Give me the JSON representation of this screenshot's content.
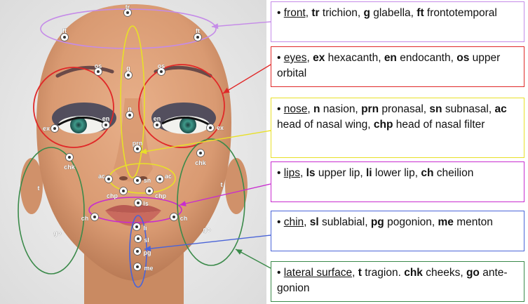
{
  "colors": {
    "front": "#c58be8",
    "eyes": "#e02828",
    "nose": "#e8e028",
    "lips": "#c82ccf",
    "chin": "#4a64d8",
    "lateral": "#3b8a4a"
  },
  "markers": {
    "tr": "tr",
    "ft_l": "ft",
    "ft_r": "ft",
    "g": "g",
    "os_l": "os",
    "os_r": "os",
    "n": "n",
    "en_l": "en",
    "en_r": "en",
    "ex_l": "ex",
    "ex_r": "ex",
    "prn": "prn",
    "chk_l": "chk",
    "chk_r": "chk",
    "ac_l": "ac",
    "ac_r": "ac",
    "sn": "sn",
    "chp_l": "chp",
    "chp_r": "chp",
    "ls": "ls",
    "ch_l": "ch",
    "ch_r": "ch",
    "li": "li",
    "sl": "sl",
    "pg": "pg",
    "me": "me",
    "go_l": "go",
    "go_r": "go",
    "t_l": "t",
    "t_r": "t"
  },
  "boxes": [
    {
      "id": "front",
      "parts": [
        {
          "t": "• ",
          "s": "n"
        },
        {
          "t": "front,",
          "s": "u"
        },
        {
          "t": " ",
          "s": "n"
        },
        {
          "t": "tr",
          "s": "b"
        },
        {
          "t": " trichion, ",
          "s": "n"
        },
        {
          "t": "g",
          "s": "b"
        },
        {
          "t": " glabella, ",
          "s": "n"
        },
        {
          "t": "ft",
          "s": "b"
        },
        {
          "t": " frontotemporal",
          "s": "n"
        }
      ]
    },
    {
      "id": "eyes",
      "parts": [
        {
          "t": "• ",
          "s": "n"
        },
        {
          "t": "eyes",
          "s": "u"
        },
        {
          "t": ", ",
          "s": "n"
        },
        {
          "t": "ex",
          "s": "b"
        },
        {
          "t": " hexacanth, ",
          "s": "n"
        },
        {
          "t": "en",
          "s": "b"
        },
        {
          "t": " endocanth, ",
          "s": "n"
        },
        {
          "t": "os",
          "s": "b"
        },
        {
          "t": " upper orbital",
          "s": "n"
        }
      ]
    },
    {
      "id": "nose",
      "parts": [
        {
          "t": "• ",
          "s": "n"
        },
        {
          "t": "nose",
          "s": "u"
        },
        {
          "t": ", ",
          "s": "n"
        },
        {
          "t": "n",
          "s": "b"
        },
        {
          "t": " nasion, ",
          "s": "n"
        },
        {
          "t": "prn",
          "s": "b"
        },
        {
          "t": " pronasal, ",
          "s": "n"
        },
        {
          "t": "sn",
          "s": "b"
        },
        {
          "t": " subnasal, ",
          "s": "n"
        },
        {
          "t": "ac",
          "s": "b"
        },
        {
          "t": " head of nasal wing, ",
          "s": "n"
        },
        {
          "t": "chp",
          "s": "b"
        },
        {
          "t": " head of nasal filter",
          "s": "n"
        }
      ]
    },
    {
      "id": "lips",
      "parts": [
        {
          "t": "• ",
          "s": "n"
        },
        {
          "t": "lips",
          "s": "u"
        },
        {
          "t": ", ",
          "s": "n"
        },
        {
          "t": "ls",
          "s": "b"
        },
        {
          "t": " upper lip, ",
          "s": "n"
        },
        {
          "t": "li",
          "s": "b"
        },
        {
          "t": " lower lip, ",
          "s": "n"
        },
        {
          "t": "ch",
          "s": "b"
        },
        {
          "t": " cheilion",
          "s": "n"
        }
      ]
    },
    {
      "id": "chin",
      "parts": [
        {
          "t": "• ",
          "s": "n"
        },
        {
          "t": "chin",
          "s": "u"
        },
        {
          "t": ", ",
          "s": "n"
        },
        {
          "t": "sl",
          "s": "b"
        },
        {
          "t": " sublabial, ",
          "s": "n"
        },
        {
          "t": "pg",
          "s": "b"
        },
        {
          "t": " pogonion, ",
          "s": "n"
        },
        {
          "t": "me",
          "s": "b"
        },
        {
          "t": " menton",
          "s": "n"
        }
      ]
    },
    {
      "id": "lateral",
      "parts": [
        {
          "t": "• ",
          "s": "n"
        },
        {
          "t": "lateral surface",
          "s": "u"
        },
        {
          "t": ", ",
          "s": "n"
        },
        {
          "t": "t",
          "s": "b"
        },
        {
          "t": " tragion. ",
          "s": "n"
        },
        {
          "t": "chk",
          "s": "b"
        },
        {
          "t": " cheeks, ",
          "s": "n"
        },
        {
          "t": "go",
          "s": "b"
        },
        {
          "t": " ante-gonion",
          "s": "n"
        }
      ]
    }
  ]
}
